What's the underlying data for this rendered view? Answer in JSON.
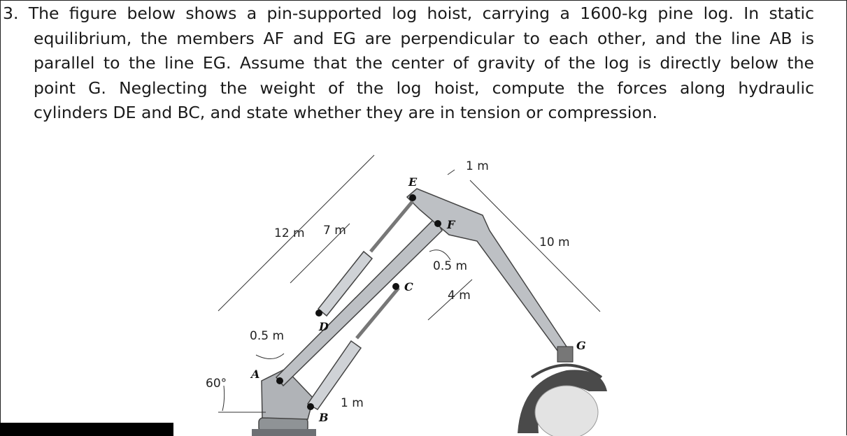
{
  "problem": {
    "number": "3.",
    "lines": [
      "The figure below shows a pin-supported log hoist, carrying a 1600-kg pine log. In static",
      "equilibrium, the members AF and EG are perpendicular to each other, and the line AB is",
      "parallel to the line EG. Assume that the center of gravity of the log is directly below the",
      "point G. Neglecting the weight of the log hoist, compute the forces along hydraulic",
      "cylinders DE and BC, and state whether they are in tension or compression."
    ]
  },
  "figure": {
    "points": {
      "A": "A",
      "B": "B",
      "C": "C",
      "D": "D",
      "E": "E",
      "F": "F",
      "G": "G"
    },
    "dimensions": {
      "d_12m": "12 m",
      "d_7m": "7 m",
      "d_1m_top": "1 m",
      "d_10m": "10 m",
      "d_05m_right": "0.5 m",
      "d_4m": "4 m",
      "d_05m_left": "0.5 m",
      "d_1m_bottom": "1 m",
      "angle": "60°"
    },
    "colors": {
      "member": "#b9bcc0",
      "cylinder": "#cfd2d6",
      "outline": "#555555",
      "dim": "#333333"
    }
  }
}
